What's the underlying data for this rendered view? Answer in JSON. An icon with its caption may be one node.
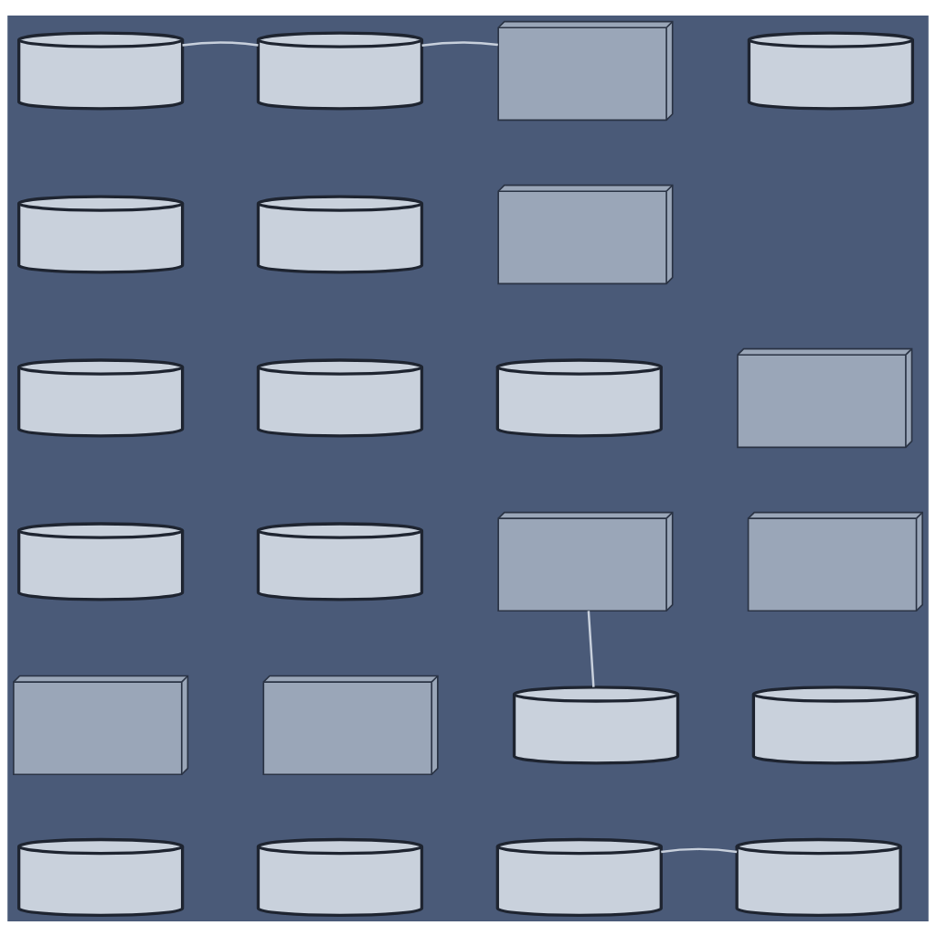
{
  "diagram": {
    "nodes": [
      {
        "text": [],
        "shape": "picture"
      },
      {
        "text": [],
        "shape": "picture"
      },
      {
        "text": [],
        "shape": "picture"
      },
      {
        "text": [],
        "shape": "picture"
      },
      {
        "text": [],
        "shape": "picture"
      },
      {
        "text": [],
        "shape": "picture"
      },
      {
        "text": [],
        "shape": "picture"
      },
      {
        "text": [],
        "shape": "picture"
      },
      {
        "text": [],
        "shape": "picture"
      },
      {
        "text": [],
        "shape": "picture"
      },
      {
        "text": [],
        "shape": "picture"
      },
      {
        "text": [],
        "shape": "picture"
      },
      {
        "text": [],
        "shape": "picture"
      },
      {
        "text": [],
        "shape": "picture"
      },
      {
        "text": [],
        "shape": "picture"
      },
      {
        "text": [],
        "shape": "picture"
      },
      {
        "text": [],
        "shape": "picture"
      },
      {
        "text": [],
        "shape": "picture"
      },
      {
        "text": [],
        "shape": "picture"
      },
      {
        "text": [],
        "shape": "picture"
      },
      {
        "text": [],
        "shape": "picture"
      },
      {
        "text": [],
        "shape": "picture"
      },
      {
        "text": [],
        "shape": "picture"
      }
    ],
    "edges": [
      {
        "from": 0,
        "to": 1,
        "arrow": "none"
      },
      {
        "from": 1,
        "to": 2,
        "arrow": "none"
      },
      {
        "from": 13,
        "to": 17,
        "arrow": "none"
      },
      {
        "from": 21,
        "to": 22,
        "arrow": "none"
      }
    ]
  }
}
